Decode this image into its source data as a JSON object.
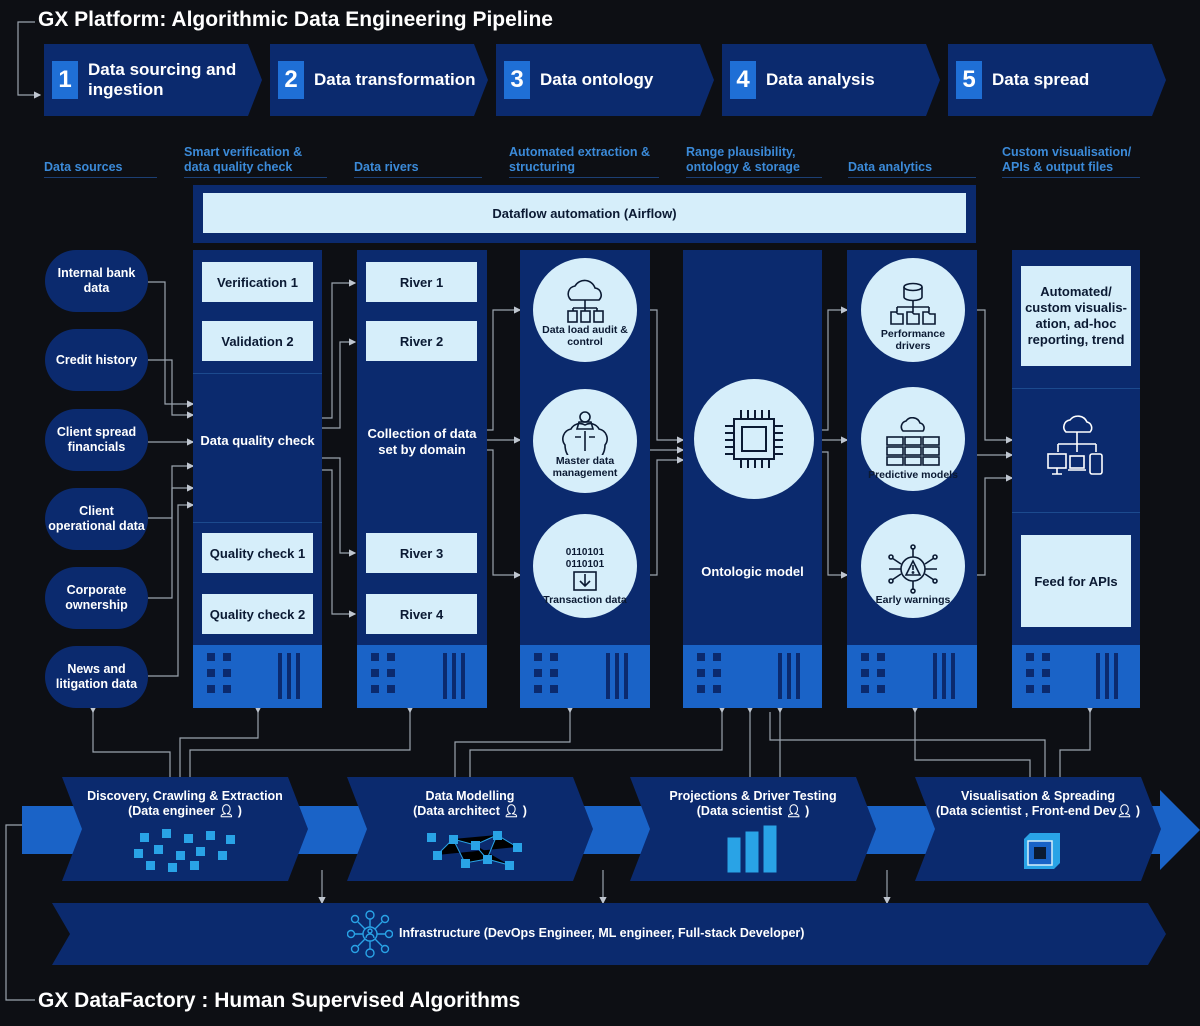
{
  "title_top": "GX Platform: Algorithmic Data Engineering Pipeline",
  "title_bottom": "GX DataFactory : Human Supervised Algorithms",
  "steps": [
    {
      "num": "1",
      "label": "Data sourcing and ingestion"
    },
    {
      "num": "2",
      "label": "Data transformation"
    },
    {
      "num": "3",
      "label": "Data ontology"
    },
    {
      "num": "4",
      "label": "Data analysis"
    },
    {
      "num": "5",
      "label": "Data spread"
    }
  ],
  "column_headers": [
    "Data sources",
    "Smart verification & data quality check",
    "Data rivers",
    "Automated extraction & structuring",
    "Range plausibility, ontology & storage",
    "Data analytics",
    "Custom visualisation/ APIs & output files"
  ],
  "airflow": "Dataflow automation (Airflow)",
  "sources": [
    "Internal bank data",
    "Credit history",
    "Client spread financials",
    "Client operational data",
    "Corporate ownership",
    "News and litigation data"
  ],
  "verification": {
    "v1": "Verification 1",
    "v2": "Validation 2",
    "center": "Data quality check",
    "q1": "Quality check 1",
    "q2": "Quality check 2"
  },
  "rivers": {
    "r1": "River 1",
    "r2": "River 2",
    "center": "Collection of data set by domain",
    "r3": "River 3",
    "r4": "River 4"
  },
  "extraction": [
    "Data load audit & control",
    "Master data management",
    "Transaction data"
  ],
  "ontology": {
    "label": "Ontologic model"
  },
  "analytics": [
    "Performance drivers",
    "Predictive models",
    "Early warnings"
  ],
  "output": {
    "top": "Automated/ custom visualis-ation, ad-hoc reporting, trend",
    "bottom": "Feed for APIs"
  },
  "roles": [
    {
      "title": "Discovery, Crawling & Extraction",
      "role": "(Data engineer",
      "close": ")"
    },
    {
      "title": "Data Modelling",
      "role": "(Data architect",
      "close": ")"
    },
    {
      "title": "Projections & Driver Testing",
      "role": "(Data scientist",
      "close": ")"
    },
    {
      "title": "Visualisation & Spreading",
      "role": "(Data scientist , Front-end Dev",
      "close": ")"
    }
  ],
  "infrastructure": "Infrastructure (DevOps Engineer, ML engineer, Full-stack Developer)",
  "colors": {
    "background": "#0d0f14",
    "navy": "#0b2a6e",
    "accent": "#1f6fd6",
    "light": "#d6eefa",
    "header_text": "#3b8ad8"
  }
}
